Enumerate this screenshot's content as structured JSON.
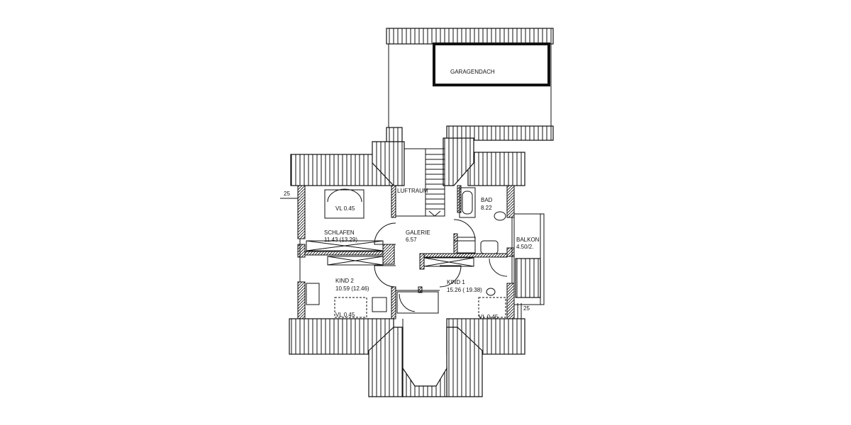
{
  "plan": {
    "rooms": [
      {
        "id": "garagendach",
        "name": "GARAGENDACH",
        "area": ""
      },
      {
        "id": "luftraum",
        "name": "LUFTRAUM",
        "area": ""
      },
      {
        "id": "bad",
        "name": "BAD",
        "area": "8.22"
      },
      {
        "id": "schlafen",
        "name": "SCHLAFEN",
        "area": "11.43 (13.29)"
      },
      {
        "id": "galerie",
        "name": "GALERIE",
        "area": "6.57"
      },
      {
        "id": "balkon",
        "name": "BALKON",
        "area": "4.50/2."
      },
      {
        "id": "kind2",
        "name": "KIND 2",
        "area": "10.59 (12.46)"
      },
      {
        "id": "kind1",
        "name": "KIND 1",
        "area": "15.26 ( 19.38)"
      }
    ],
    "window_notes": [
      "VL 0.45",
      "VL 0.45",
      "VL 0.45"
    ],
    "dimensions": [
      "25",
      "25"
    ]
  }
}
